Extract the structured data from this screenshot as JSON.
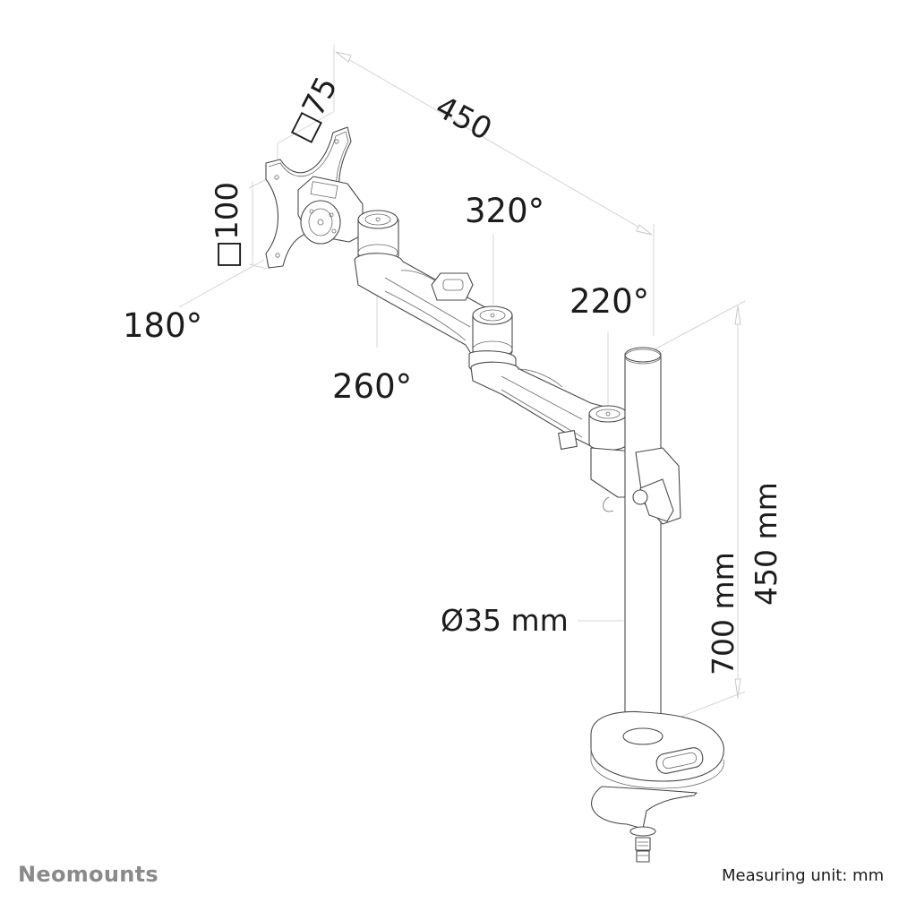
{
  "diagram": {
    "title": "Monitor desk mount dimension drawing",
    "labels": {
      "vesa_small": "□75",
      "vesa_large": "□100",
      "arm_reach": "450",
      "rotation_tilt": "180°",
      "rotation_head": "320°",
      "rotation_mid": "260°",
      "rotation_base": "220°",
      "pole_diameter": "Ø35 mm",
      "pole_height": "700 mm",
      "max_height": "450 mm"
    },
    "parts": [
      "vesa-plate",
      "tilt-head",
      "upper-arm",
      "lower-arm",
      "pole",
      "clamp-base",
      "desk-clamp",
      "clamp-bolt"
    ]
  },
  "footer": {
    "brand": "Neomounts",
    "unit_note": "Measuring unit: mm"
  },
  "colors": {
    "line": "#4a4a4a",
    "dimension": "#d4d4d4",
    "text": "#1c1c1c",
    "brand": "#8a8a8a"
  }
}
